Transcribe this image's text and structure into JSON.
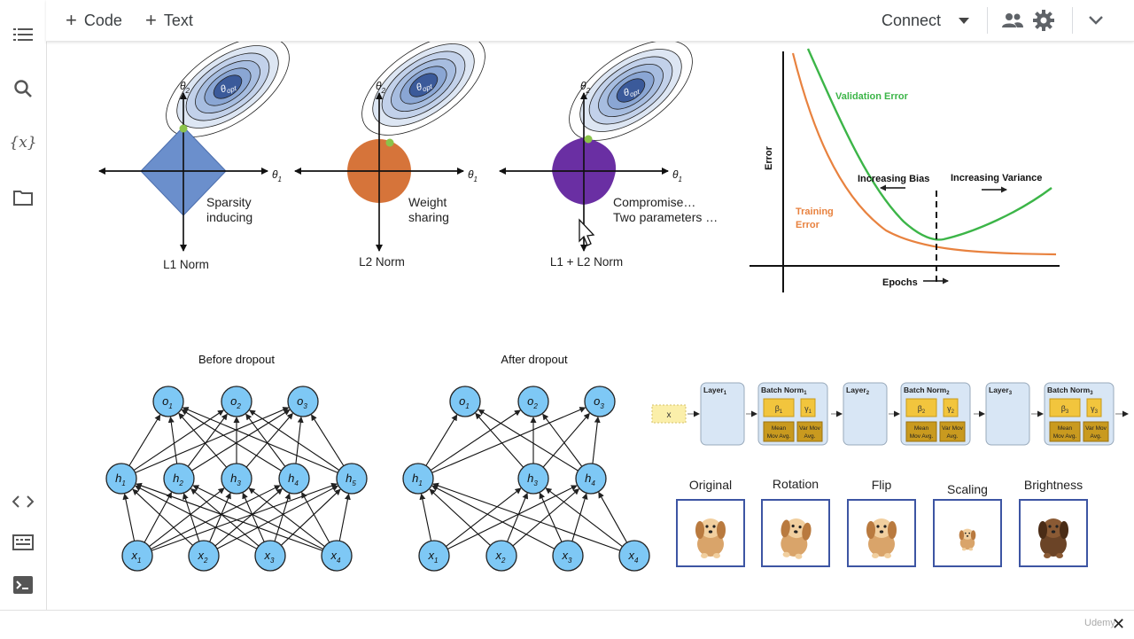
{
  "toolbar": {
    "code_label": "Code",
    "text_label": "Text",
    "plus_glyph": "+",
    "connect_label": "Connect",
    "icons": [
      "people-icon",
      "gear-icon",
      "chevron-down-icon"
    ]
  },
  "sidebar": {
    "icons": [
      "toc-icon",
      "search-icon",
      "variables-icon",
      "folder-icon",
      "code-snippets-icon",
      "command-palette-icon",
      "terminal-icon"
    ],
    "variables_glyph": "{x}"
  },
  "regularization": {
    "theta_opt": "θopt",
    "theta1": "θ1",
    "theta2": "θ2",
    "panels": [
      {
        "label_line1": "Sparsity",
        "label_line2": "inducing",
        "caption": "L1 Norm",
        "fill": "#6b8fcc"
      },
      {
        "label_line1": "Weight",
        "label_line2": "sharing",
        "caption": "L2 Norm",
        "fill": "#d6743a"
      },
      {
        "label_line1": "Compromise…",
        "label_line2": "Two parameters …",
        "caption": "L1 + L2 Norm",
        "fill": "#6a2fa3"
      }
    ]
  },
  "bias_variance": {
    "ylabel": "Error",
    "xlabel": "Epochs",
    "validation_label": "Validation Error",
    "training_label_line1": "Training",
    "training_label_line2": "Error",
    "increasing_bias": "Increasing Bias",
    "increasing_variance": "Increasing Variance",
    "validation_color": "#3cb548",
    "training_color": "#e8823f"
  },
  "dropout": {
    "before_title": "Before dropout",
    "after_title": "After dropout",
    "outputs": [
      "o1",
      "o2",
      "o3"
    ],
    "hidden": [
      "h1",
      "h2",
      "h3",
      "h4",
      "h5"
    ],
    "inputs": [
      "x1",
      "x2",
      "x3",
      "x4"
    ],
    "after_hidden": [
      "h1",
      "h3",
      "h4"
    ],
    "node_color": "#7ec8f5"
  },
  "batchnorm": {
    "input_label": "x",
    "layer_label": "Layer",
    "bn_label": "Batch Norm",
    "beta": "β",
    "gamma": "γ",
    "mean_line1": "Mean",
    "mean_line2": "Mov Avg.",
    "var_line1": "Var Mov",
    "var_line2": "Avg.",
    "index": [
      "1",
      "2",
      "3"
    ]
  },
  "augmentation": {
    "labels": [
      "Original",
      "Rotation",
      "Flip",
      "Scaling",
      "Brightness"
    ]
  },
  "footer": {
    "close_glyph": "✕",
    "watermark": "Udemy"
  }
}
